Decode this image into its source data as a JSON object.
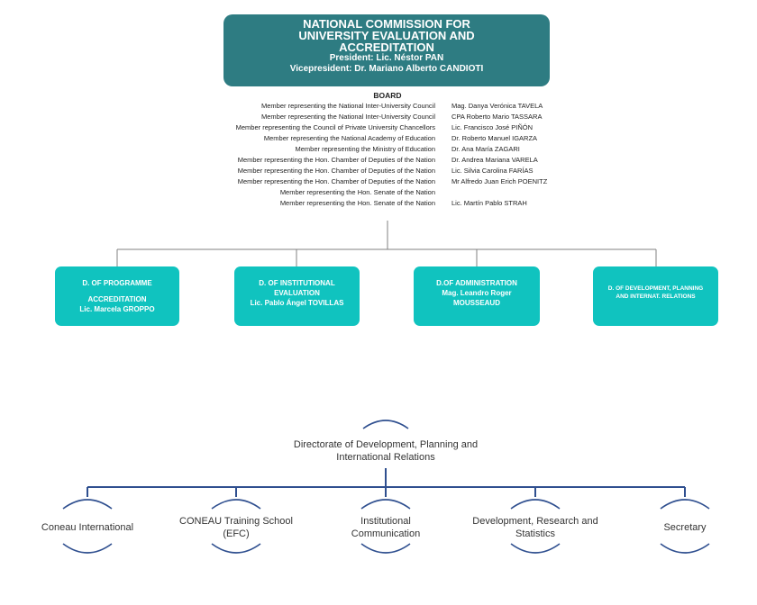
{
  "header": {
    "title_line1": "NATIONAL COMMISSION FOR",
    "title_line2": "UNIVERSITY EVALUATION AND",
    "title_line3": "ACCREDITATION",
    "president": "President: Lic. Néstor PAN",
    "vicepresident": "Vicepresident: Dr. Mariano Alberto CANDIOTI"
  },
  "board": {
    "title": "BOARD",
    "roles": [
      "Member representing the National Inter-University Council",
      "Member representing the National Inter-University Council",
      "Member representing the Council of Private University Chancellors",
      "Member representing the National Academy of Education",
      "Member representing the Ministry of Education",
      "Member representing the Hon. Chamber of Deputies of the Nation",
      "Member representing the Hon. Chamber of Deputies of the Nation",
      "Member representing the Hon. Chamber of Deputies of the Nation",
      "Member representing the Hon. Senate of the Nation",
      "Member representing the Hon. Senate of the Nation"
    ],
    "names": [
      "Mag. Danya Verónica TAVELA",
      "CPA Roberto Mario TASSARA",
      "Lic. Francisco José PIÑÓN",
      "Dr. Roberto Manuel IGARZA",
      "Dr. Ana María ZAGARI",
      "Dr.  Andrea  Mariana  VARELA",
      "Lic. Silvia Carolina FARÍAS",
      "Mr Alfredo Juan Erich POENITZ",
      "Lic. Martín Pablo STRAH"
    ]
  },
  "directorates": {
    "programme": {
      "line1": "D. OF PROGRAMME",
      "line2": "ACCREDITATION",
      "line3": "Lic. Marcela GROPPO"
    },
    "institutional": {
      "line1": "D. OF INSTITUTIONAL",
      "line2": "EVALUATION",
      "line3": "Lic. Pablo Ángel TOVILLAS"
    },
    "administration": {
      "line1": "D.OF ADMINISTRATION",
      "line2": "Mag. Leandro Roger",
      "line3": "MOUSSEAUD"
    },
    "development": {
      "line1": "D. OF DEVELOPMENT, PLANNING",
      "line2": "AND INTERNAT. RELATIONS"
    }
  },
  "sub_chart": {
    "root_line1": "Directorate of Development, Planning and",
    "root_line2": "International Relations",
    "units": [
      {
        "line1": "Coneau International",
        "line2": ""
      },
      {
        "line1": "CONEAU Training School",
        "line2": "(EFC)"
      },
      {
        "line1": "Institutional",
        "line2": "Communication"
      },
      {
        "line1": "Development, Research and",
        "line2": "Statistics"
      },
      {
        "line1": "Secretary",
        "line2": ""
      }
    ]
  },
  "colors": {
    "header_bg": "#2e7c82",
    "directorate_bg": "#10c3bf",
    "connector_top": "#808080",
    "connector_bottom": "#2f4f8f"
  }
}
